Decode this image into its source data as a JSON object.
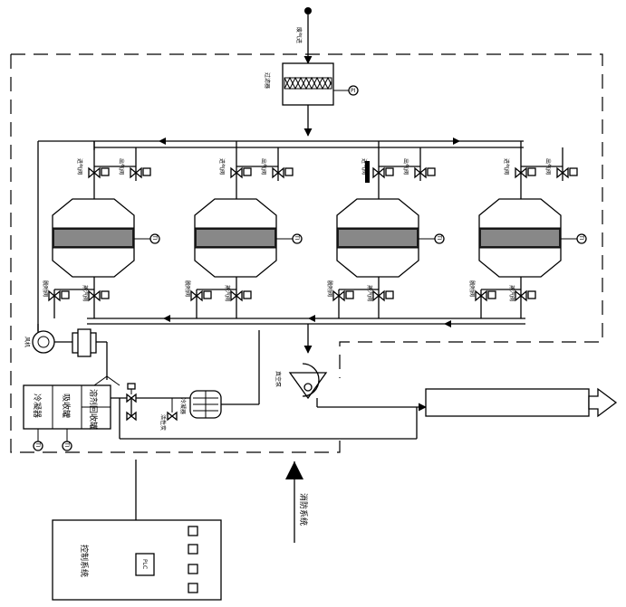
{
  "labels": {
    "inlet": "废气进",
    "filter": "过滤器",
    "filter_gauge": "PI",
    "plc": "PLC",
    "control": "控制系统",
    "fire": "消防系统",
    "stack_outlet": "",
    "cooler": "冷凝器",
    "tank_a": "冷凝器",
    "tank_b": "吸收罐",
    "tank_c": "溶剂回收罐",
    "fan_label": "风机",
    "pump_label": "真空泵",
    "valve_in": "进气阀",
    "valve_out": "出气阀",
    "valve_des": "脱附阀",
    "valve_steam": "蒸汽阀",
    "bar_label": "活性炭",
    "gauge": "TI",
    "lower_gauge": "TI"
  },
  "colors": {
    "line": "#000000",
    "background": "#ffffff"
  }
}
